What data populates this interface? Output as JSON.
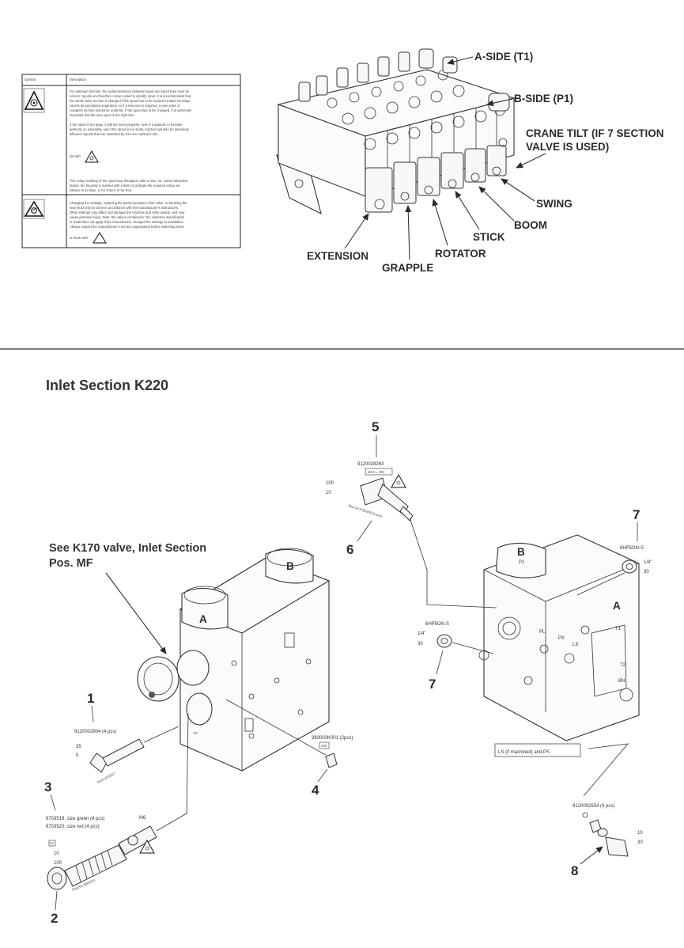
{
  "symbol_table": {
    "headers": [
      "Symbol",
      "Description"
    ],
    "rows": [
      {
        "icon": "spool-warning-icon",
        "lines": [
          "For optimum function, the radial clearance between spool and spool bore must be",
          "correct. Spools are therefore colour-coded to identify sizes. It is recommended that",
          "the whole valve section is changed if the spool has to be replaced (radial housings",
          "cannot be purchased separately, so if a new one is required, a new valve or",
          "complete section should be ordered). If the spool has to be changed, it is extremely",
          "important that the new spool is the right size.",
          "",
          "If the spool is too large, it will not move properly, even if it appears to function",
          "perfectly on assembly, and if the spool is too small, function will also be adversely",
          "affected. Spools that are classified by size are marked in the",
          "",
          "list with",
          "",
          "The colour marking of the spool may disappear after a time, so, unless otherwise",
          "stated, the housing is marked with a letter to indicate the required colour as",
          "follows: B for Blue, G for Green, R for Red."
        ]
      },
      {
        "icon": "pressure-warning-icon",
        "lines": [
          "Changing the settings, replacing the preset pressure relief valve, or breaking the",
          "seal must only be done in accordance with the manufacturer's instructions.",
          "Other settings may affect and damage the machine and other assets, and may",
          "cause personal injury. Note: the values contained in the customer specification",
          "in small does not apply if the manufacturer changes the settings at installation.",
          "Always contact the manufacturer's service organisation before switching items",
          "",
          "in stock with"
        ]
      }
    ]
  },
  "valve_labels": {
    "a_side": "A-SIDE (T1)",
    "b_side": "B-SIDE (P1)",
    "crane_tilt_1": "CRANE TILT (IF 7 SECTION",
    "crane_tilt_2": "VALVE IS USED)",
    "swing": "SWING",
    "boom": "BOOM",
    "stick": "STICK",
    "rotator": "ROTATOR",
    "extension": "EXTENSION",
    "grapple": "GRAPPLE"
  },
  "section_title": "Inlet Section K220",
  "see_note_1": "See K170 valve, Inlet Section",
  "see_note_2": "Pos. MF",
  "ports": {
    "a": "A",
    "b": "B"
  },
  "callouts": [
    {
      "num": "1",
      "part": "9120002904 (4 pcs)"
    },
    {
      "num": "2",
      "part": ""
    },
    {
      "num": "3",
      "part_1": "6703519, size green (4 pcs)",
      "part_2": "6703520, size red (4 pcs)"
    },
    {
      "num": "4",
      "part": "393003K001 (2pcs)"
    },
    {
      "num": "5",
      "part": "9120028263"
    },
    {
      "num": "6",
      "part": ""
    },
    {
      "num": "7",
      "part": "6HP5ON-S"
    },
    {
      "num": "7",
      "part": "6HP5ON-S"
    },
    {
      "num": "8",
      "part": "9120092554 (4 pcs)"
    }
  ],
  "torque": {
    "p1": "35",
    "p1b": "5",
    "p3a": "10",
    "p3b": "100",
    "p3c": "M6",
    "p5a": "100",
    "p5b": "10",
    "p7a": "1/4\"",
    "p7b": "30",
    "p8a": "10",
    "p8b": "30"
  },
  "box_labels": {
    "b4": "2X0",
    "b5": "MAX = 300",
    "b3": "10"
  },
  "rear_note": "LS (if machined) and PS",
  "port_marks": [
    "P1",
    "T1",
    "T2",
    "PL",
    "PX",
    "LS",
    "YS",
    "BN"
  ],
  "part_text": {
    "p1": "9120-003207",
    "p3": "Plug for 5890001",
    "p6": "Seal kit 6782409 (5 pcs)"
  }
}
